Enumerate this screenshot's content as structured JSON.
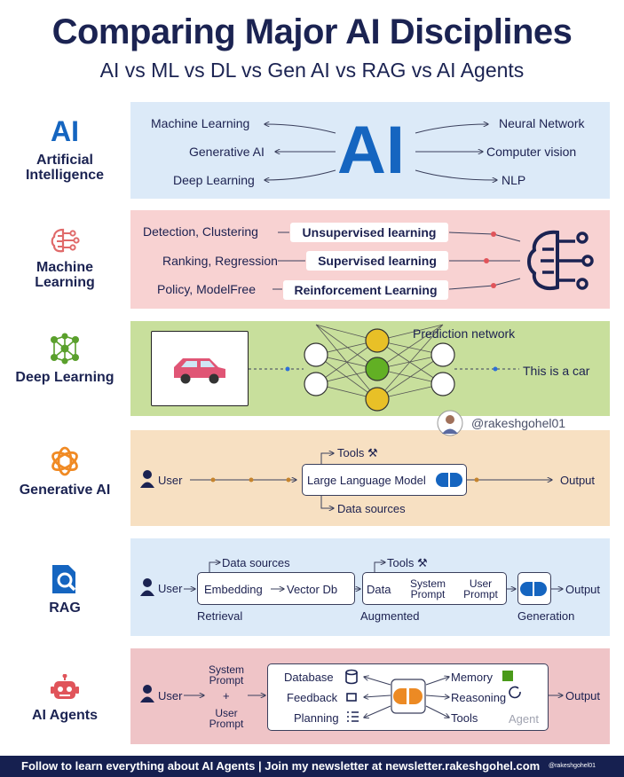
{
  "header": {
    "title": "Comparing Major AI Disciplines",
    "subtitle": "AI vs ML vs DL vs Gen AI vs RAG vs AI Agents"
  },
  "ai": {
    "icon_text": "AI",
    "name": "Artificial Intelligence",
    "center": "AI",
    "left": [
      "Machine Learning",
      "Generative AI",
      "Deep Learning"
    ],
    "right": [
      "Neural Network",
      "Computer vision",
      "NLP"
    ],
    "color": "#1565c0"
  },
  "ml": {
    "name": "Machine Learning",
    "rows": [
      {
        "tasks": "Detection, Clustering",
        "type": "Unsupervised learning"
      },
      {
        "tasks": "Ranking, Regression",
        "type": "Supervised learning"
      },
      {
        "tasks": "Policy, ModelFree",
        "type": "Reinforcement Learning"
      }
    ],
    "icon": "brain-circuit-icon"
  },
  "dl": {
    "name": "Deep Learning",
    "network_label": "Prediction network",
    "output": "This is a car",
    "icon": "car-icon"
  },
  "author": {
    "handle": "@rakeshgohel01"
  },
  "gen": {
    "name": "Generative AI",
    "user": "User",
    "model": "Large Language Model",
    "tools": "Tools ⚒",
    "data_sources": "Data sources",
    "output": "Output"
  },
  "rag": {
    "name": "RAG",
    "user": "User",
    "data_sources": "Data sources",
    "embedding": "Embedding",
    "vector_db": "Vector Db",
    "retrieval": "Retrieval",
    "tools": "Tools ⚒",
    "data": "Data",
    "system_prompt": "System Prompt",
    "user_prompt": "User Prompt",
    "augmented": "Augmented",
    "generation": "Generation",
    "output": "Output"
  },
  "agents": {
    "name": "AI Agents",
    "user": "User",
    "system_prompt": "System Prompt",
    "plus": "+",
    "user_prompt": "User Prompt",
    "left": [
      "Database",
      "Feedback",
      "Planning"
    ],
    "right": [
      "Memory",
      "Reasoning",
      "Tools"
    ],
    "agent": "Agent",
    "output": "Output"
  },
  "footer": {
    "text": "Follow to learn everything about AI Agents | Join my newsletter at newsletter.rakeshgohel.com",
    "handle": "@rakeshgohel01"
  }
}
